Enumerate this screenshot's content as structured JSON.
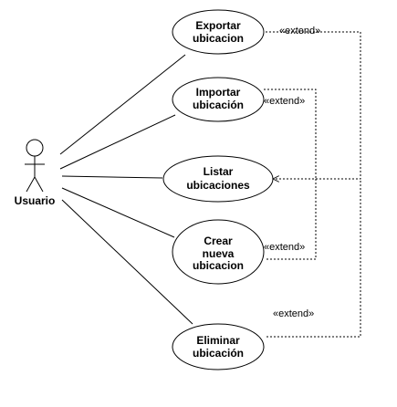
{
  "actor": {
    "label": "Usuario"
  },
  "use_cases": {
    "exportar": [
      "Exportar",
      "ubicacion"
    ],
    "importar": [
      "Importar",
      "ubicación"
    ],
    "listar": [
      "Listar",
      "ubicaciones"
    ],
    "crear": [
      "Crear",
      "nueva",
      "ubicacion"
    ],
    "eliminar": [
      "Eliminar",
      "ubicación"
    ]
  },
  "relationships": {
    "extend_label": "«extend»"
  },
  "colors": {
    "stroke": "#000000",
    "background": "#ffffff"
  }
}
